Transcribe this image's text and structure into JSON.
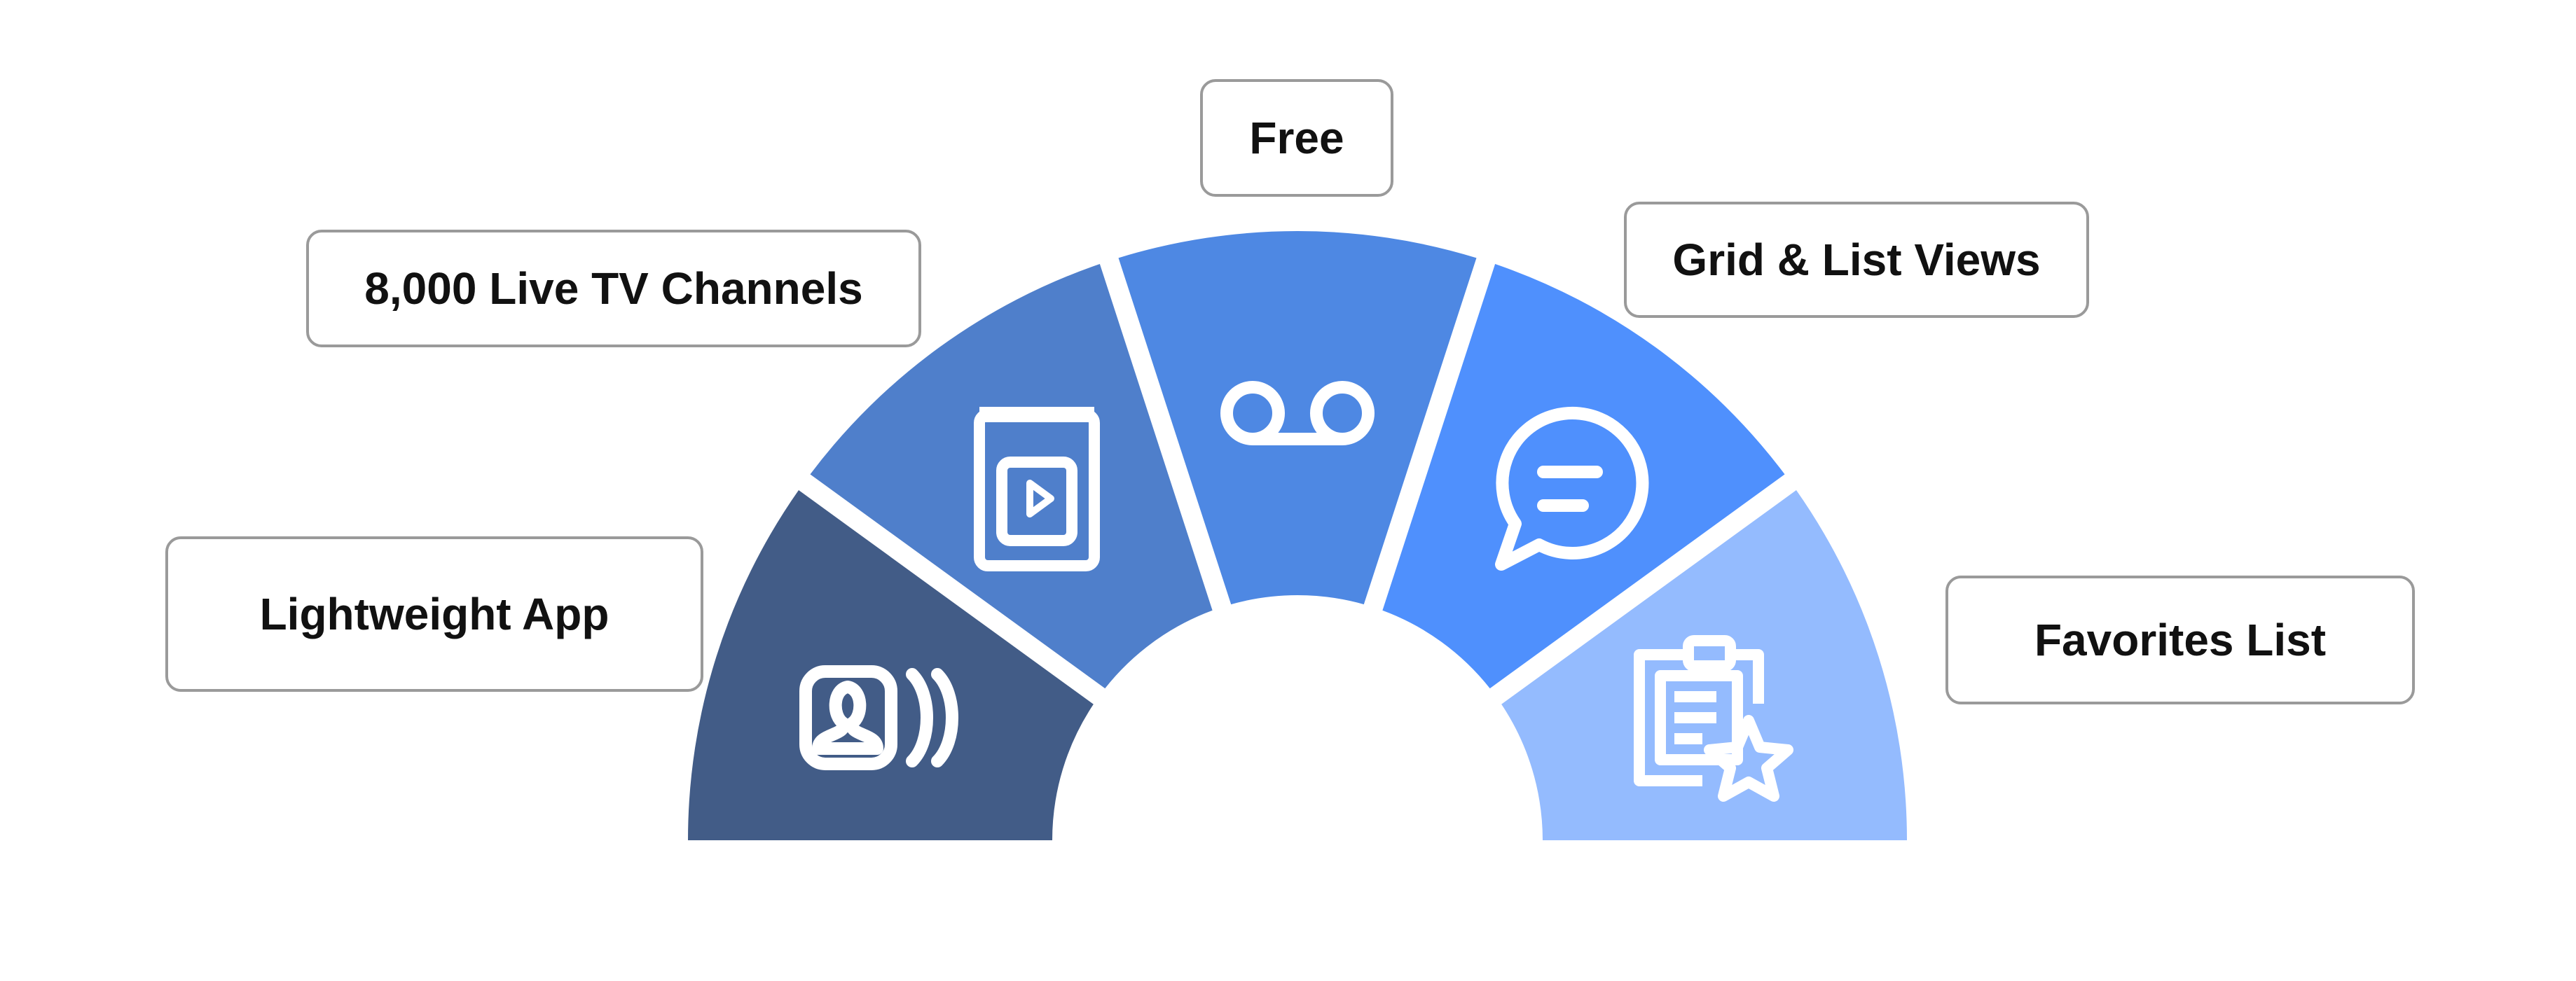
{
  "features": [
    {
      "id": "lightweight",
      "label": "Lightweight App",
      "icon": "person-broadcast-icon",
      "color": "#425C87"
    },
    {
      "id": "channels",
      "label": "8,000 Live TV Channels",
      "icon": "video-player-icon",
      "color": "#4F7FCB"
    },
    {
      "id": "free",
      "label": "Free",
      "icon": "voicemail-icon",
      "color": "#4E88E3"
    },
    {
      "id": "grid",
      "label": "Grid & List Views",
      "icon": "chat-bubble-icon",
      "color": "#4F90FD"
    },
    {
      "id": "favorites",
      "label": "Favorites List",
      "icon": "clipboard-star-icon",
      "color": "#94BBFE"
    }
  ]
}
